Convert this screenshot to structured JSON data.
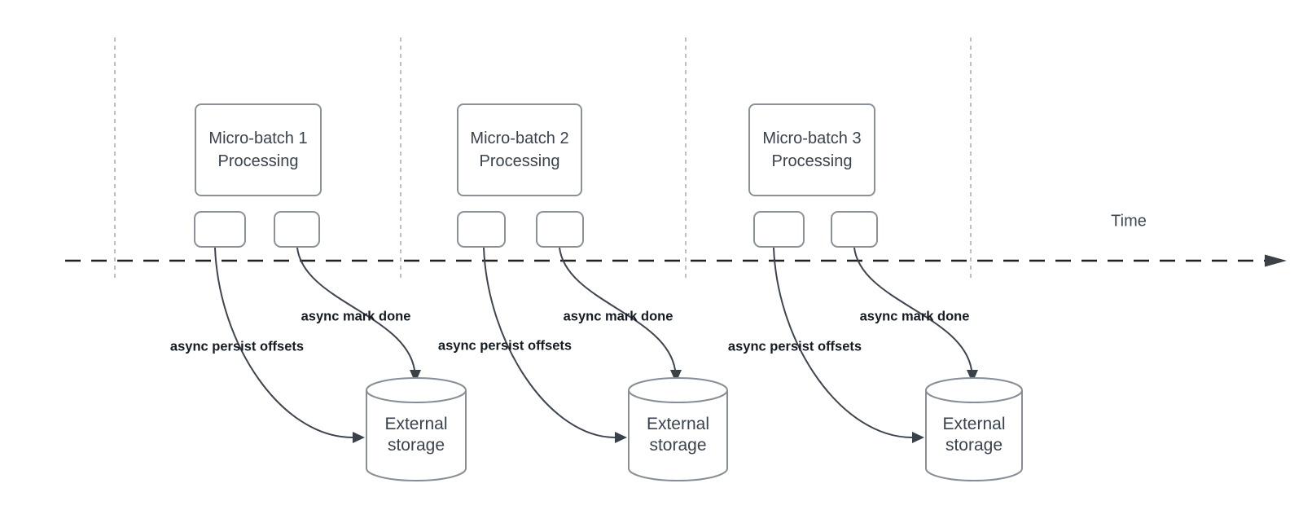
{
  "diagram": {
    "time_axis_label": "Time",
    "batches": [
      {
        "box_line1": "Micro-batch 1",
        "box_line2": "Processing",
        "persist_arrow_label": "async persist offsets",
        "mark_arrow_label": "async mark done",
        "storage_line1": "External",
        "storage_line2": "storage"
      },
      {
        "box_line1": "Micro-batch 2",
        "box_line2": "Processing",
        "persist_arrow_label": "async persist offsets",
        "mark_arrow_label": "async mark done",
        "storage_line1": "External",
        "storage_line2": "storage"
      },
      {
        "box_line1": "Micro-batch 3",
        "box_line2": "Processing",
        "persist_arrow_label": "async persist offsets",
        "mark_arrow_label": "async mark done",
        "storage_line1": "External",
        "storage_line2": "storage"
      }
    ],
    "colors": {
      "shape_stroke": "#8b9199",
      "arrow_stroke": "#3e4550",
      "arrowhead_fill": "#3a4149",
      "timeline_stroke": "#1e1e1e",
      "guide_stroke": "#aab0b6",
      "body_text": "#39424d",
      "bold_label_text": "#151b23",
      "background": "#ffffff"
    }
  }
}
